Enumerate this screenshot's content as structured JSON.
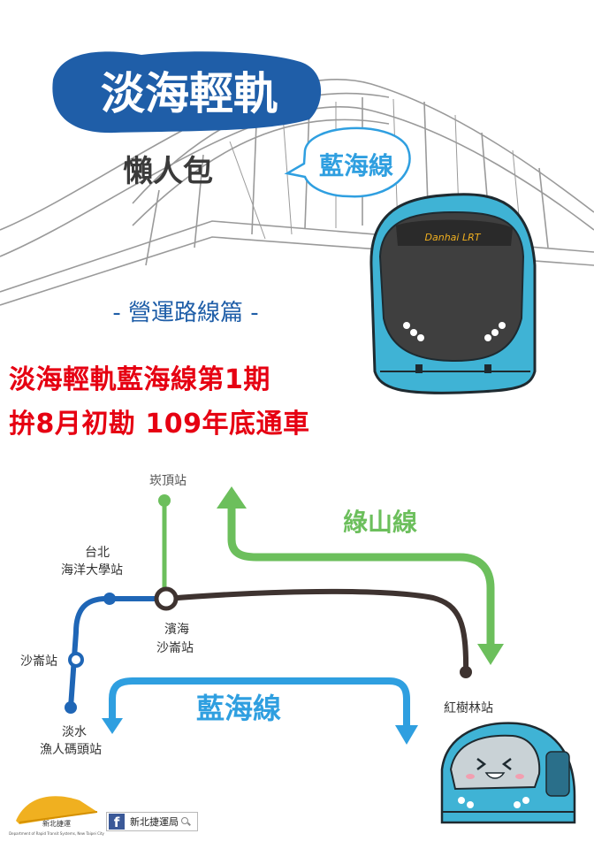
{
  "poster": {
    "title": "淡海輕軌",
    "subtitle": "懶人包",
    "bubble_label": "藍海線",
    "section_title": "- 營運路線篇 -",
    "headline_line1": "淡海輕軌藍海線第1期",
    "headline_line2": "拚8月初勘  109年底通車"
  },
  "train": {
    "front_sign": "Danhai LRT"
  },
  "map": {
    "stations": {
      "chongding": "崁頂站",
      "ntou_line1": "台北",
      "ntou_line2": "海洋大學站",
      "binhai_line1": "濱海",
      "binhai_line2": "沙崙站",
      "shalun": "沙崙站",
      "fisherman_line1": "淡水",
      "fisherman_line2": "漁人碼頭站",
      "hongshulin": "紅樹林站"
    },
    "lines": {
      "green_label": "綠山線",
      "blue_label": "藍海線"
    }
  },
  "footer": {
    "logo_name": "新北捷運",
    "logo_subtext": "Department of Rapid Transit Systems, New Taipei City",
    "fb_label": "新北捷運局"
  },
  "colors": {
    "headline_red": "#e60012",
    "title_blue": "#1f5ea8",
    "train_cyan": "#3fb3d5",
    "green_line": "#6cbf5c",
    "blue_line": "#2f9fe0",
    "brown_line": "#3e3330",
    "dark_blue_line": "#1f66b6"
  }
}
